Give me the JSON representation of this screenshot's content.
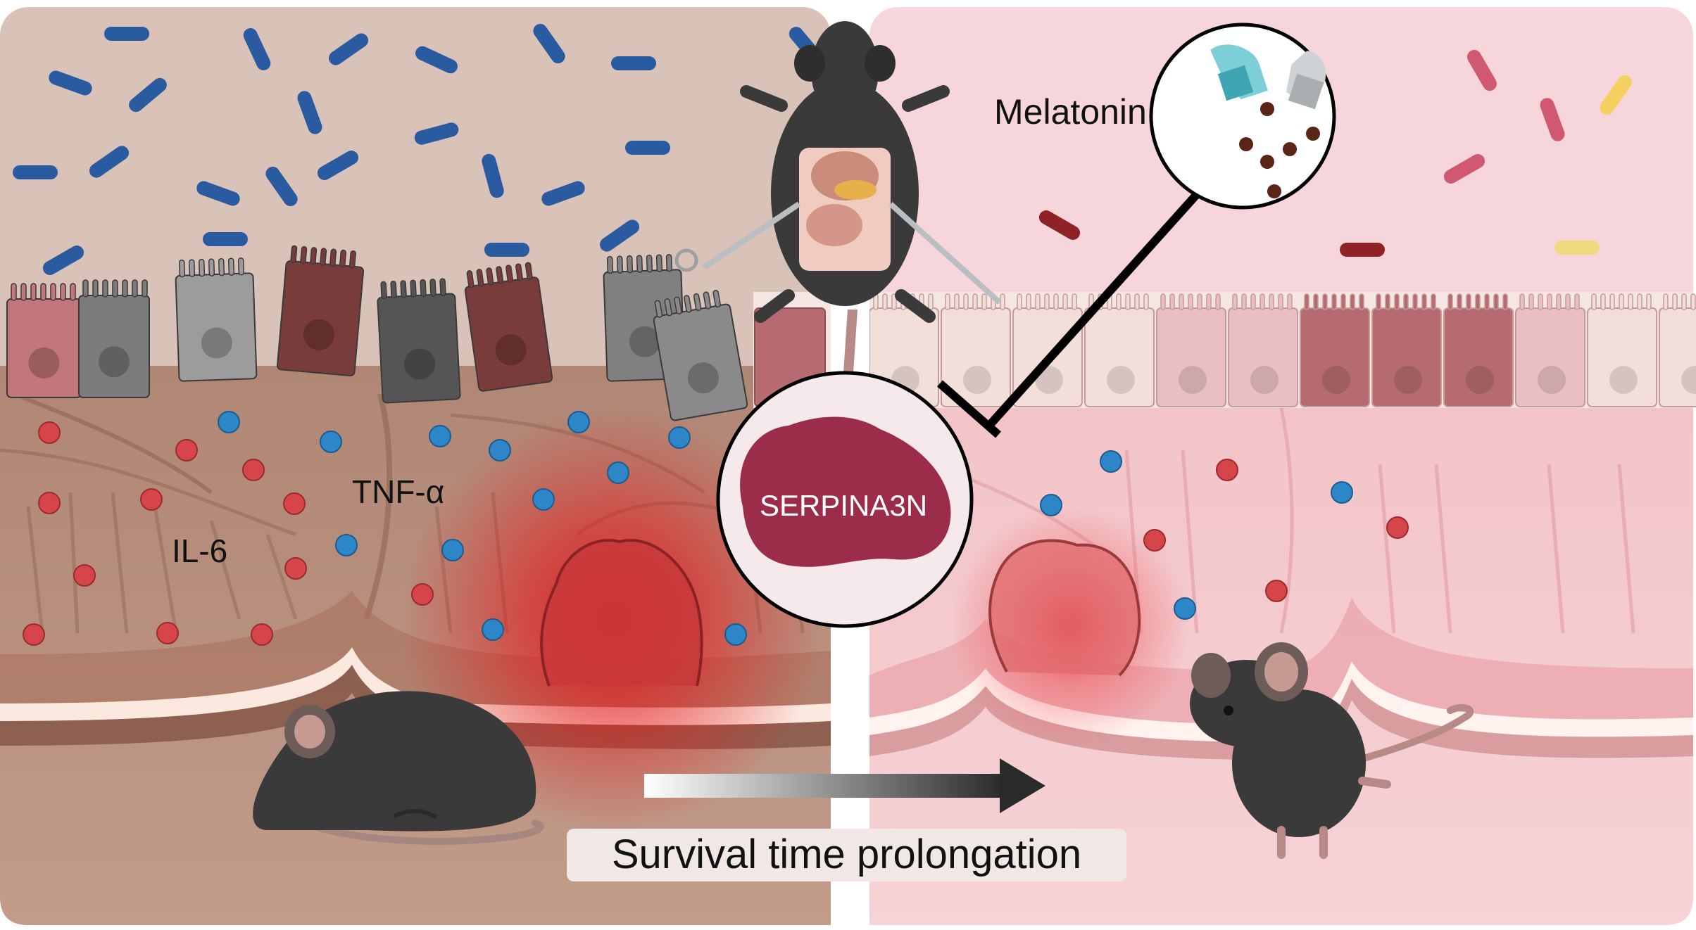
{
  "labels": {
    "melatonin": "Melatonin",
    "tnf_alpha": "TNF-α",
    "il6": "IL-6",
    "serpina3n": "SERPINA3N",
    "survival": "Survival time prolongation"
  },
  "icons": {
    "left_mouse": "sleeping-sick-mouse-icon",
    "right_mouse": "healthy-standing-mouse-icon",
    "top_mouse": "dissected-mouse-icon",
    "capsules": "capsule-icon",
    "protein": "protein-blob-icon",
    "inhibition": "inhibition-bar-icon",
    "arrow": "gradient-arrow-icon"
  },
  "colors": {
    "left_bg": "#d9c3b9",
    "right_bg": "#f6d6da",
    "il6_cytokine": "#d6454a",
    "tnf_cytokine": "#2d86c8",
    "tumor": "#d7262a",
    "protein": "#9b2d4a",
    "bacteria_left": "#2a5aa0",
    "bacteria_right": "#d05870"
  }
}
